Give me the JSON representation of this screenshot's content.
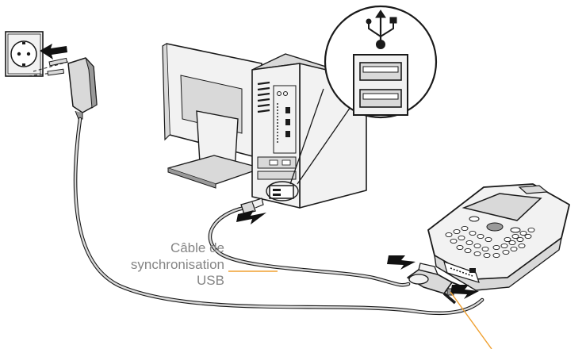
{
  "callout": {
    "line1": "Câble de",
    "line2": "synchronisation",
    "line3": "USB"
  },
  "colors": {
    "outline": "#1a1a1a",
    "fill_light": "#f2f2f2",
    "fill_mid": "#d9d9d9",
    "fill_dark": "#9a9a9a",
    "arrow": "#111111",
    "leader": "#f0a030",
    "label_text": "#858585"
  },
  "icons": [
    "wall-outlet-icon",
    "power-adapter-icon",
    "monitor-icon",
    "computer-tower-icon",
    "usb-symbol-icon",
    "usb-port-icon",
    "usb-plug-icon",
    "sync-connector-icon",
    "handheld-device-icon",
    "arrow-icon"
  ]
}
